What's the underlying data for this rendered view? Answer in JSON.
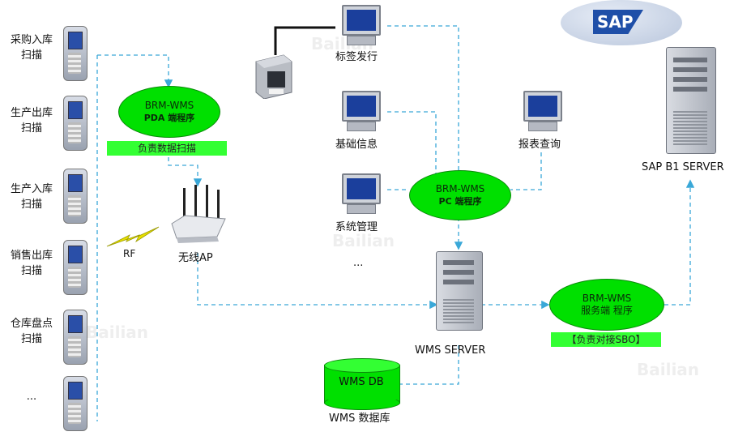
{
  "scan_stations": [
    {
      "line1": "采购入库",
      "line2": "扫描"
    },
    {
      "line1": "生产出库",
      "line2": "扫描"
    },
    {
      "line1": "生产入库",
      "line2": "扫描"
    },
    {
      "line1": "销售出库",
      "line2": "扫描"
    },
    {
      "line1": "仓库盘点",
      "line2": "扫描"
    },
    {
      "line1": "...",
      "line2": ""
    }
  ],
  "pda_app": {
    "line1": "BRM-WMS",
    "line2": "PDA 端程序",
    "duty": "负责数据扫描"
  },
  "wireless": {
    "rf": "RF",
    "ap": "无线AP"
  },
  "pcs": {
    "label_issue": "标签发行",
    "basic_info": "基础信息",
    "system_mgmt": "系统管理",
    "more": "...",
    "report_query": "报表查询"
  },
  "pc_app": {
    "line1": "BRM-WMS",
    "line2": "PC 端程序"
  },
  "wms_server": "WMS SERVER",
  "wms_db": {
    "name": "WMS DB",
    "caption": "WMS 数据库"
  },
  "service_app": {
    "line1": "BRM-WMS",
    "line2": "服务端 程序",
    "duty": "【负责对接SBO】"
  },
  "sap": {
    "logo": "SAP",
    "server": "SAP B1 SERVER"
  },
  "watermarks": [
    "Bailian",
    "Bailian",
    "Bailian",
    "Bailian"
  ],
  "colors": {
    "green": "#00e000",
    "light_green": "#33ff33",
    "dashed_line": "#3aa8d8",
    "sap_blue": "#1f4fa8"
  }
}
